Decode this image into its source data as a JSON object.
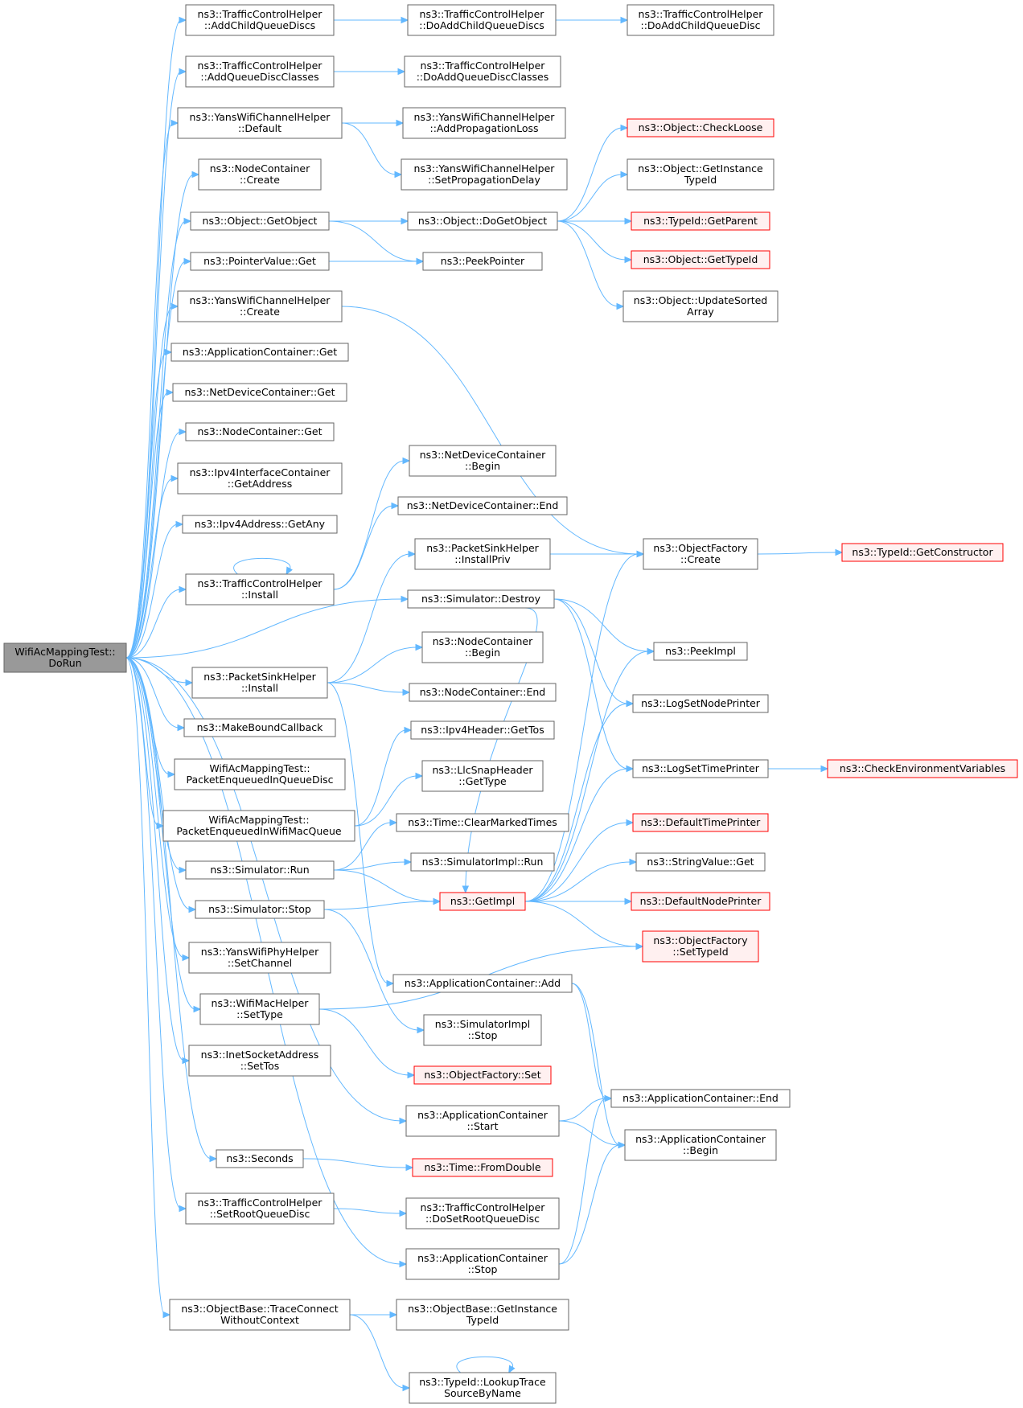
{
  "colors": {
    "edge": "#63b8ff",
    "border": "#666666",
    "truncated_border": "#ff0000",
    "truncated_fill": "#fff0f0",
    "root_fill": "#999999"
  },
  "nodes": [
    {
      "id": "root",
      "lines": [
        "WifiAcMappingTest::",
        "DoRun"
      ],
      "kind": "root"
    },
    {
      "id": "tch_addchild",
      "lines": [
        "ns3::TrafficControlHelper",
        "::AddChildQueueDiscs"
      ]
    },
    {
      "id": "tch_doaddchilds",
      "lines": [
        "ns3::TrafficControlHelper",
        "::DoAddChildQueueDiscs"
      ]
    },
    {
      "id": "tch_doaddchild",
      "lines": [
        "ns3::TrafficControlHelper",
        "::DoAddChildQueueDisc"
      ]
    },
    {
      "id": "tch_addclasses",
      "lines": [
        "ns3::TrafficControlHelper",
        "::AddQueueDiscClasses"
      ]
    },
    {
      "id": "tch_doaddclasses",
      "lines": [
        "ns3::TrafficControlHelper",
        "::DoAddQueueDiscClasses"
      ]
    },
    {
      "id": "ywch_default",
      "lines": [
        "ns3::YansWifiChannelHelper",
        "::Default"
      ]
    },
    {
      "id": "ywch_addprop",
      "lines": [
        "ns3::YansWifiChannelHelper",
        "::AddPropagationLoss"
      ]
    },
    {
      "id": "ywch_setprop",
      "lines": [
        "ns3::YansWifiChannelHelper",
        "::SetPropagationDelay"
      ]
    },
    {
      "id": "nc_create",
      "lines": [
        "ns3::NodeContainer",
        "::Create"
      ]
    },
    {
      "id": "obj_getobject",
      "lines": [
        "ns3::Object::GetObject"
      ]
    },
    {
      "id": "obj_dogetobject",
      "lines": [
        "ns3::Object::DoGetObject"
      ]
    },
    {
      "id": "obj_checkloose",
      "lines": [
        "ns3::Object::CheckLoose"
      ],
      "kind": "trunc"
    },
    {
      "id": "obj_getinstance",
      "lines": [
        "ns3::Object::GetInstance",
        "TypeId"
      ]
    },
    {
      "id": "typeid_getparent",
      "lines": [
        "ns3::TypeId::GetParent"
      ],
      "kind": "trunc"
    },
    {
      "id": "obj_gettypeid",
      "lines": [
        "ns3::Object::GetTypeId"
      ],
      "kind": "trunc"
    },
    {
      "id": "obj_updatesorted",
      "lines": [
        "ns3::Object::UpdateSorted",
        "Array"
      ]
    },
    {
      "id": "pv_get",
      "lines": [
        "ns3::PointerValue::Get"
      ]
    },
    {
      "id": "peekpointer",
      "lines": [
        "ns3::PeekPointer"
      ]
    },
    {
      "id": "ywch_create",
      "lines": [
        "ns3::YansWifiChannelHelper",
        "::Create"
      ]
    },
    {
      "id": "ac_get",
      "lines": [
        "ns3::ApplicationContainer::Get"
      ]
    },
    {
      "id": "ndc_get",
      "lines": [
        "ns3::NetDeviceContainer::Get"
      ]
    },
    {
      "id": "nc_get",
      "lines": [
        "ns3::NodeContainer::Get"
      ]
    },
    {
      "id": "ipv4ic_getaddress",
      "lines": [
        "ns3::Ipv4InterfaceContainer",
        "::GetAddress"
      ]
    },
    {
      "id": "ipv4addr_getany",
      "lines": [
        "ns3::Ipv4Address::GetAny"
      ]
    },
    {
      "id": "ndc_begin",
      "lines": [
        "ns3::NetDeviceContainer",
        "::Begin"
      ]
    },
    {
      "id": "ndc_end",
      "lines": [
        "ns3::NetDeviceContainer::End"
      ]
    },
    {
      "id": "tch_install",
      "lines": [
        "ns3::TrafficControlHelper",
        "::Install"
      ]
    },
    {
      "id": "psh_installpriv",
      "lines": [
        "ns3::PacketSinkHelper",
        "::InstallPriv"
      ]
    },
    {
      "id": "of_create",
      "lines": [
        "ns3::ObjectFactory",
        "::Create"
      ]
    },
    {
      "id": "typeid_getconstructor",
      "lines": [
        "ns3::TypeId::GetConstructor"
      ],
      "kind": "trunc"
    },
    {
      "id": "sim_destroy",
      "lines": [
        "ns3::Simulator::Destroy"
      ]
    },
    {
      "id": "peekimpl",
      "lines": [
        "ns3::PeekImpl"
      ]
    },
    {
      "id": "nc_begin",
      "lines": [
        "ns3::NodeContainer",
        "::Begin"
      ]
    },
    {
      "id": "psh_install",
      "lines": [
        "ns3::PacketSinkHelper",
        "::Install"
      ]
    },
    {
      "id": "nc_end",
      "lines": [
        "ns3::NodeContainer::End"
      ]
    },
    {
      "id": "logsetnodeprinter",
      "lines": [
        "ns3::LogSetNodePrinter"
      ]
    },
    {
      "id": "makeboundcallback",
      "lines": [
        "ns3::MakeBoundCallback"
      ]
    },
    {
      "id": "ipv4header_gettos",
      "lines": [
        "ns3::Ipv4Header::GetTos"
      ]
    },
    {
      "id": "wamt_pqd",
      "lines": [
        "WifiAcMappingTest::",
        "PacketEnqueuedInQueueDisc"
      ]
    },
    {
      "id": "logsettimeprinter",
      "lines": [
        "ns3::LogSetTimePrinter"
      ]
    },
    {
      "id": "checkenv",
      "lines": [
        "ns3::CheckEnvironmentVariables"
      ],
      "kind": "trunc"
    },
    {
      "id": "llcsnap_gettype",
      "lines": [
        "ns3::LlcSnapHeader",
        "::GetType"
      ]
    },
    {
      "id": "wamt_pqw",
      "lines": [
        "WifiAcMappingTest::",
        "PacketEnqueuedInWifiMacQueue"
      ]
    },
    {
      "id": "time_clearmarked",
      "lines": [
        "ns3::Time::ClearMarkedTimes"
      ]
    },
    {
      "id": "defaulttimeprinter",
      "lines": [
        "ns3::DefaultTimePrinter"
      ],
      "kind": "trunc"
    },
    {
      "id": "sim_run",
      "lines": [
        "ns3::Simulator::Run"
      ]
    },
    {
      "id": "simimpl_run",
      "lines": [
        "ns3::SimulatorImpl::Run"
      ]
    },
    {
      "id": "stringvalue_get",
      "lines": [
        "ns3::StringValue::Get"
      ]
    },
    {
      "id": "sim_stop",
      "lines": [
        "ns3::Simulator::Stop"
      ]
    },
    {
      "id": "getimpl",
      "lines": [
        "ns3::GetImpl"
      ],
      "kind": "trunc"
    },
    {
      "id": "defaultnodeprinter",
      "lines": [
        "ns3::DefaultNodePrinter"
      ],
      "kind": "trunc"
    },
    {
      "id": "ywph_setchannel",
      "lines": [
        "ns3::YansWifiPhyHelper",
        "::SetChannel"
      ]
    },
    {
      "id": "of_settypeid",
      "lines": [
        "ns3::ObjectFactory",
        "::SetTypeId"
      ],
      "kind": "trunc"
    },
    {
      "id": "ac_add",
      "lines": [
        "ns3::ApplicationContainer::Add"
      ]
    },
    {
      "id": "wmh_settype",
      "lines": [
        "ns3::WifiMacHelper",
        "::SetType"
      ]
    },
    {
      "id": "simimpl_stop",
      "lines": [
        "ns3::SimulatorImpl",
        "::Stop"
      ]
    },
    {
      "id": "isa_settos",
      "lines": [
        "ns3::InetSocketAddress",
        "::SetTos"
      ]
    },
    {
      "id": "of_set",
      "lines": [
        "ns3::ObjectFactory::Set"
      ],
      "kind": "trunc"
    },
    {
      "id": "ac_end",
      "lines": [
        "ns3::ApplicationContainer::End"
      ]
    },
    {
      "id": "ac_start",
      "lines": [
        "ns3::ApplicationContainer",
        "::Start"
      ]
    },
    {
      "id": "ac_begin",
      "lines": [
        "ns3::ApplicationContainer",
        "::Begin"
      ]
    },
    {
      "id": "seconds",
      "lines": [
        "ns3::Seconds"
      ]
    },
    {
      "id": "time_fromdouble",
      "lines": [
        "ns3::Time::FromDouble"
      ],
      "kind": "trunc"
    },
    {
      "id": "tch_setroot",
      "lines": [
        "ns3::TrafficControlHelper",
        "::SetRootQueueDisc"
      ]
    },
    {
      "id": "tch_dosetroot",
      "lines": [
        "ns3::TrafficControlHelper",
        "::DoSetRootQueueDisc"
      ]
    },
    {
      "id": "ac_stop",
      "lines": [
        "ns3::ApplicationContainer",
        "::Stop"
      ]
    },
    {
      "id": "ob_traceconnect",
      "lines": [
        "ns3::ObjectBase::TraceConnect",
        "WithoutContext"
      ]
    },
    {
      "id": "ob_getinstance",
      "lines": [
        "ns3::ObjectBase::GetInstance",
        "TypeId"
      ]
    },
    {
      "id": "typeid_lookup",
      "lines": [
        "ns3::TypeId::LookupTrace",
        "SourceByName"
      ]
    }
  ],
  "edges": [
    [
      "root",
      "tch_addchild"
    ],
    [
      "root",
      "tch_addclasses"
    ],
    [
      "root",
      "ywch_default"
    ],
    [
      "root",
      "nc_create"
    ],
    [
      "root",
      "obj_getobject"
    ],
    [
      "root",
      "pv_get"
    ],
    [
      "root",
      "ywch_create"
    ],
    [
      "root",
      "ac_get"
    ],
    [
      "root",
      "ndc_get"
    ],
    [
      "root",
      "nc_get"
    ],
    [
      "root",
      "ipv4ic_getaddress"
    ],
    [
      "root",
      "ipv4addr_getany"
    ],
    [
      "root",
      "tch_install"
    ],
    [
      "root",
      "sim_destroy"
    ],
    [
      "root",
      "psh_install"
    ],
    [
      "root",
      "makeboundcallback"
    ],
    [
      "root",
      "wamt_pqd"
    ],
    [
      "root",
      "wamt_pqw"
    ],
    [
      "root",
      "sim_run"
    ],
    [
      "root",
      "sim_stop"
    ],
    [
      "root",
      "ywph_setchannel"
    ],
    [
      "root",
      "wmh_settype"
    ],
    [
      "root",
      "isa_settos"
    ],
    [
      "root",
      "ac_start"
    ],
    [
      "root",
      "seconds"
    ],
    [
      "root",
      "tch_setroot"
    ],
    [
      "root",
      "ac_stop"
    ],
    [
      "root",
      "ob_traceconnect"
    ],
    [
      "tch_addchild",
      "tch_doaddchilds"
    ],
    [
      "tch_doaddchilds",
      "tch_doaddchild"
    ],
    [
      "tch_addclasses",
      "tch_doaddclasses"
    ],
    [
      "ywch_default",
      "ywch_addprop"
    ],
    [
      "ywch_default",
      "ywch_setprop"
    ],
    [
      "obj_getobject",
      "obj_dogetobject"
    ],
    [
      "obj_getobject",
      "peekpointer"
    ],
    [
      "obj_dogetobject",
      "obj_checkloose"
    ],
    [
      "obj_dogetobject",
      "obj_getinstance"
    ],
    [
      "obj_dogetobject",
      "typeid_getparent"
    ],
    [
      "obj_dogetobject",
      "obj_gettypeid"
    ],
    [
      "obj_dogetobject",
      "obj_updatesorted"
    ],
    [
      "pv_get",
      "peekpointer"
    ],
    [
      "ywch_create",
      "of_create"
    ],
    [
      "tch_install",
      "tch_install"
    ],
    [
      "tch_install",
      "ndc_begin"
    ],
    [
      "tch_install",
      "ndc_end"
    ],
    [
      "psh_install",
      "psh_installpriv"
    ],
    [
      "psh_install",
      "nc_begin"
    ],
    [
      "psh_install",
      "nc_end"
    ],
    [
      "psh_install",
      "ac_add"
    ],
    [
      "psh_installpriv",
      "of_create"
    ],
    [
      "of_create",
      "typeid_getconstructor"
    ],
    [
      "sim_destroy",
      "peekimpl"
    ],
    [
      "sim_destroy",
      "logsetnodeprinter"
    ],
    [
      "sim_destroy",
      "logsettimeprinter"
    ],
    [
      "sim_destroy",
      "getimpl"
    ],
    [
      "logsettimeprinter",
      "checkenv"
    ],
    [
      "wamt_pqw",
      "ipv4header_gettos"
    ],
    [
      "wamt_pqw",
      "llcsnap_gettype"
    ],
    [
      "sim_run",
      "time_clearmarked"
    ],
    [
      "sim_run",
      "simimpl_run"
    ],
    [
      "sim_run",
      "getimpl"
    ],
    [
      "sim_stop",
      "getimpl"
    ],
    [
      "sim_stop",
      "simimpl_stop"
    ],
    [
      "getimpl",
      "of_create"
    ],
    [
      "getimpl",
      "peekimpl"
    ],
    [
      "getimpl",
      "logsetnodeprinter"
    ],
    [
      "getimpl",
      "logsettimeprinter"
    ],
    [
      "getimpl",
      "defaulttimeprinter"
    ],
    [
      "getimpl",
      "stringvalue_get"
    ],
    [
      "getimpl",
      "defaultnodeprinter"
    ],
    [
      "getimpl",
      "of_settypeid"
    ],
    [
      "wmh_settype",
      "of_settypeid"
    ],
    [
      "wmh_settype",
      "of_set"
    ],
    [
      "ac_add",
      "ac_end"
    ],
    [
      "ac_add",
      "ac_begin"
    ],
    [
      "ac_start",
      "ac_end"
    ],
    [
      "ac_start",
      "ac_begin"
    ],
    [
      "seconds",
      "time_fromdouble"
    ],
    [
      "tch_setroot",
      "tch_dosetroot"
    ],
    [
      "ac_stop",
      "ac_end"
    ],
    [
      "ac_stop",
      "ac_begin"
    ],
    [
      "ob_traceconnect",
      "ob_getinstance"
    ],
    [
      "ob_traceconnect",
      "typeid_lookup"
    ],
    [
      "typeid_lookup",
      "typeid_lookup"
    ]
  ]
}
